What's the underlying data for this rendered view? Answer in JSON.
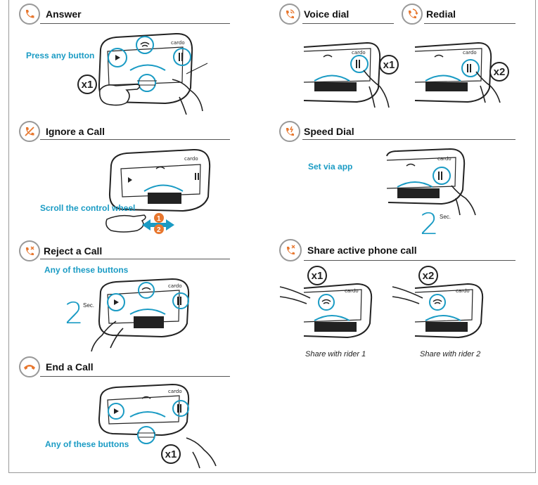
{
  "icons": {
    "answer": "phone-answer-icon",
    "ignore": "phone-ignore-icon",
    "reject": "phone-reject-icon",
    "end": "phone-end-icon",
    "voice_dial": "voice-dial-icon",
    "redial": "redial-icon",
    "speed_dial": "speed-dial-icon",
    "share": "share-call-icon"
  },
  "colors": {
    "accent": "#1a9bc4",
    "orange": "#e8772e",
    "gray": "#999999"
  },
  "sections": {
    "answer": {
      "title": "Answer",
      "label": "Press any button",
      "count": "x1"
    },
    "ignore": {
      "title": "Ignore a Call",
      "label": "Scroll the control wheel",
      "step1": "1",
      "step2": "2"
    },
    "reject": {
      "title": "Reject a Call",
      "label": "Any of these buttons",
      "seconds": "2",
      "sec_unit": "Sec."
    },
    "end": {
      "title": "End a Call",
      "label": "Any of these buttons",
      "count": "x1"
    },
    "voice_dial": {
      "title": "Voice dial",
      "count": "x1"
    },
    "redial": {
      "title": "Redial",
      "count": "x2"
    },
    "speed_dial": {
      "title": "Speed Dial",
      "label": "Set via app",
      "seconds": "2",
      "sec_unit": "Sec."
    },
    "share": {
      "title": "Share active phone call",
      "count1": "x1",
      "count2": "x2",
      "caption1": "Share with rider 1",
      "caption2": "Share with rider 2"
    }
  }
}
